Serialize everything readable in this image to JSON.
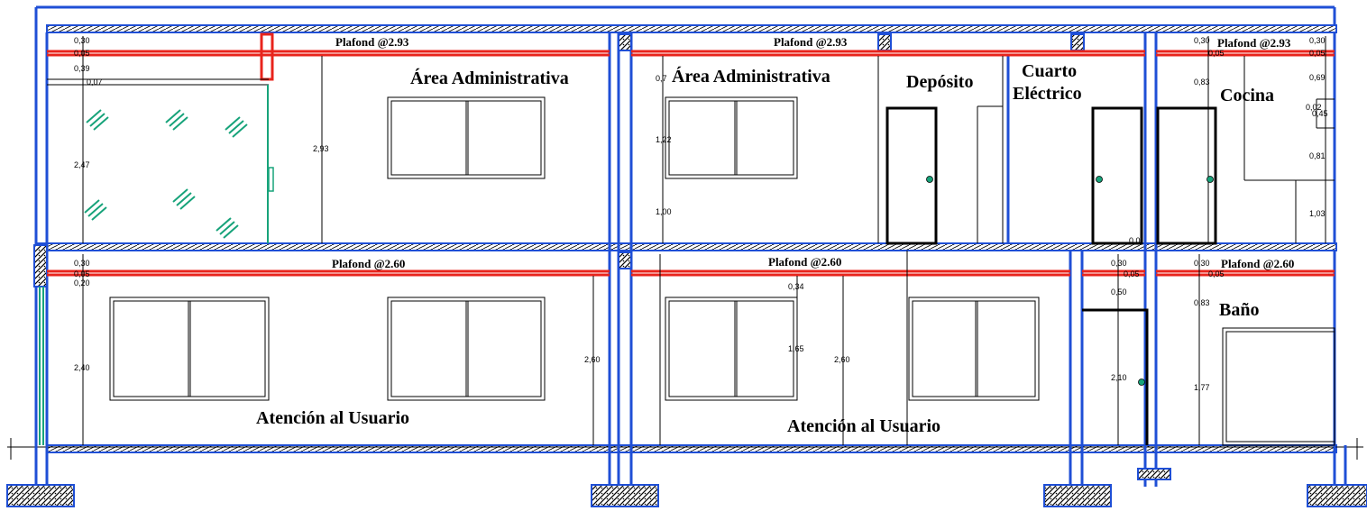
{
  "rooms": {
    "area_admin_left": "Área Administrativa",
    "area_admin_right": "Área Administrativa",
    "deposito": "Depósito",
    "cuarto_line1": "Cuarto",
    "cuarto_line2": "Eléctrico",
    "cocina": "Cocina",
    "atencion_left": "Atención al Usuario",
    "atencion_right": "Atención al Usuario",
    "bano": "Baño"
  },
  "plafonds": {
    "upper_left": "Plafond @2.93",
    "upper_mid": "Plafond @2.93",
    "upper_right": "Plafond @2.93",
    "lower_left": "Plafond @2.60",
    "lower_mid": "Plafond @2.60",
    "lower_right": "Plafond @2.60"
  },
  "dimensions": {
    "ul_030": "0,30",
    "ul_005": "0,05",
    "ul_039": "0,39",
    "ul_007": "0,07",
    "ul_247": "2,47",
    "ul_293": "2,93",
    "um_07": "0,7",
    "um_122": "1,22",
    "um_100": "1,00",
    "ur_030a": "0,30",
    "ur_005a": "0,05",
    "ur_083": "0,83",
    "ur_030b": "0,30",
    "ur_005b": "0,05",
    "ur_069": "0,69",
    "ur_002": "0,02",
    "ur_045": "0,45",
    "ur_081": "0,81",
    "ur_103": "1,03",
    "ur_00": "0,0",
    "ll_030": "0,30",
    "ll_005": "0,05",
    "ll_020": "0,20",
    "ll_240": "2,40",
    "ll_260": "2,60",
    "lm_034": "0,34",
    "lm_165": "1,65",
    "lm_260": "2,60",
    "lr_030a": "0,30",
    "lr_005a": "0,05",
    "lr_050": "0,50",
    "lr_210": "2,10",
    "lr_030b": "0,30",
    "lr_005b": "0,05",
    "lr_083": "0,83",
    "lr_177": "1,77"
  },
  "colors": {
    "structure": "#1f4fd6",
    "ceiling": "#e8241c",
    "glass": "#17a37a",
    "door_knob": "#17a37a"
  }
}
